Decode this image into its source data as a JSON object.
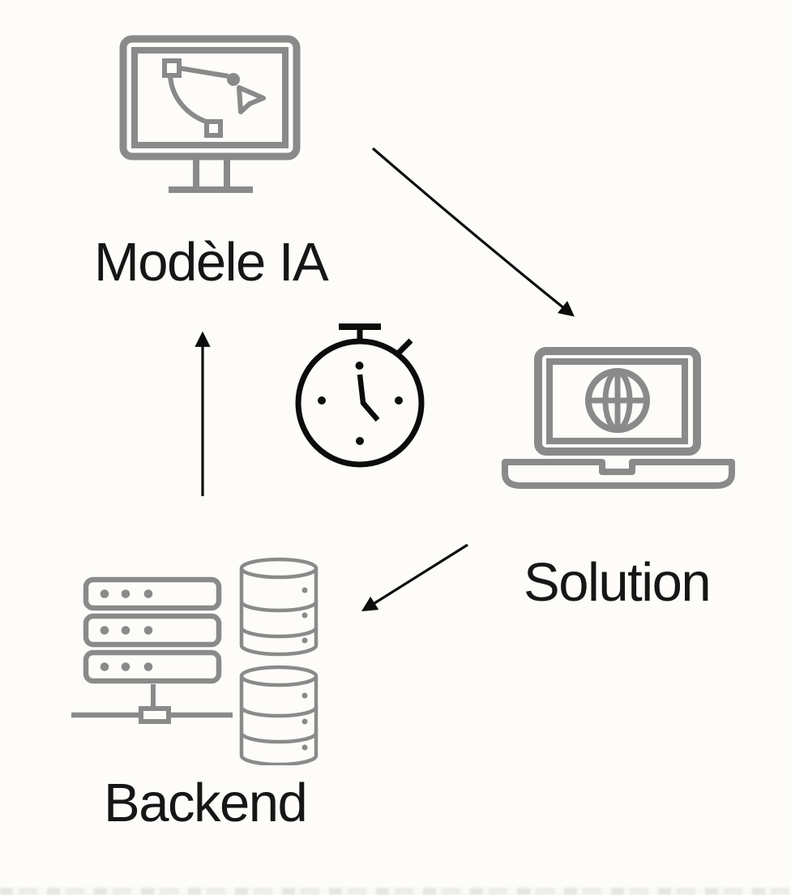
{
  "colors": {
    "icon_gray": "#8a8a8a",
    "ink": "#0c0c0c",
    "text": "#161616",
    "bg": "#fdfcf9"
  },
  "diagram": {
    "nodes": [
      {
        "id": "modele-ia",
        "label": "Modèle IA",
        "icon": "monitor-vector-design-icon"
      },
      {
        "id": "solution",
        "label": "Solution",
        "icon": "laptop-globe-icon"
      },
      {
        "id": "backend",
        "label": "Backend",
        "icon": "server-database-icon"
      }
    ],
    "center_icon": "stopwatch-icon",
    "arrows": [
      {
        "from": "modele-ia",
        "to": "solution"
      },
      {
        "from": "solution",
        "to": "backend"
      },
      {
        "from": "backend",
        "to": "modele-ia"
      }
    ]
  }
}
